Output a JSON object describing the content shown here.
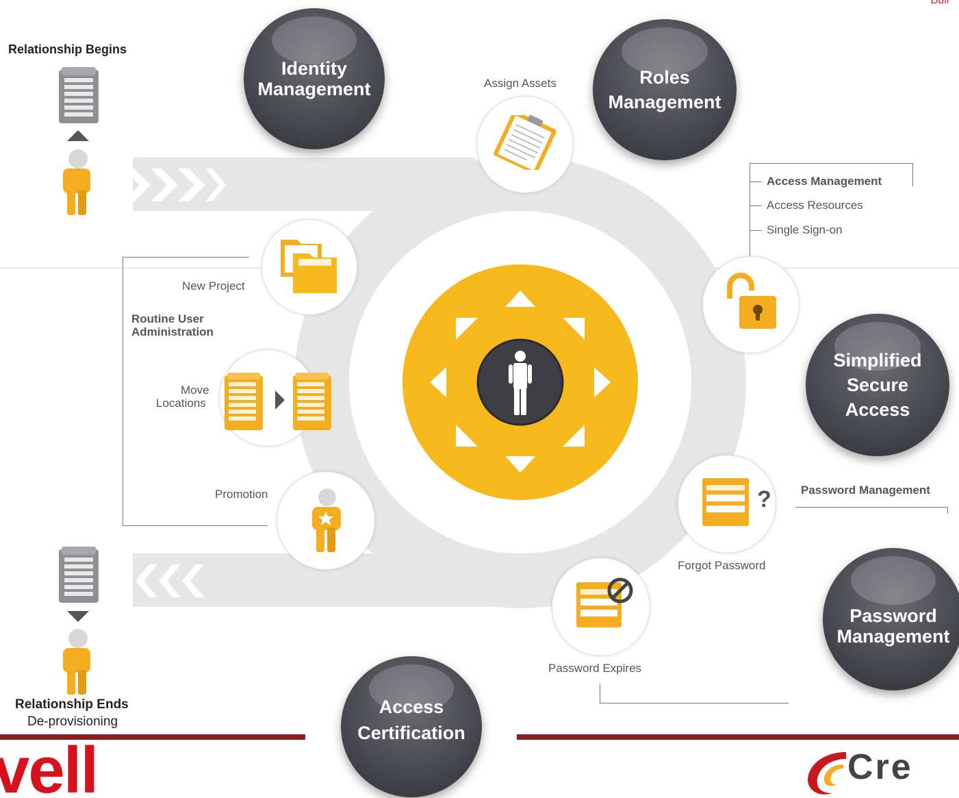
{
  "corner_text": "Buil",
  "bubbles": {
    "identity": [
      "Identity",
      "Management"
    ],
    "roles": [
      "Roles",
      "Management"
    ],
    "simplified": [
      "Simplified",
      "Secure",
      "Access"
    ],
    "password": [
      "Password",
      "Management"
    ],
    "certification": [
      "Access",
      "Certification"
    ]
  },
  "labels": {
    "relationship_begins": "Relationship Begins",
    "relationship_ends": "Relationship Ends",
    "deprovisioning": "De-provisioning",
    "assign_assets": "Assign Assets",
    "new_project": "New Project",
    "routine_user_admin_1": "Routine User",
    "routine_user_admin_2": "Administration",
    "move_locations_1": "Move",
    "move_locations_2": "Locations",
    "promotion": "Promotion",
    "access_management": "Access Management",
    "access_resources": "Access Resources",
    "single_sign_on": "Single Sign-on",
    "password_management_header": "Password Management",
    "forgot_password": "Forgot Password",
    "password_expires": "Password Expires"
  },
  "logos": {
    "left": "vell",
    "right": "Cre"
  },
  "colors": {
    "accent": "#f7b81b",
    "bubble": "#4a4a52",
    "track": "#e6e6e6",
    "red_bar": "#8b1e1e"
  },
  "icons": [
    "building-icon",
    "person-icon",
    "clipboard-icon",
    "folder-icon",
    "padlock-icon",
    "password-card-icon",
    "blocked-card-icon",
    "star-person-icon",
    "central-person-icon"
  ]
}
